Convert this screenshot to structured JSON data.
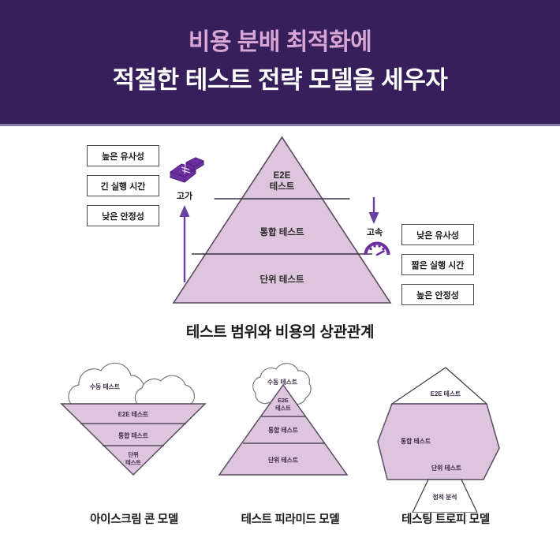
{
  "header": {
    "title_line1": "비용 분배 최적화에",
    "title_line2": "적절한 테스트 전략 모델을 세우자",
    "bg_color": "#371f5c",
    "line1_color": "#d7a6d4",
    "line2_color": "#ffffff"
  },
  "main_diagram": {
    "caption": "테스트 범위와 비용의 상관관계",
    "fill_color": "#ddc5dd",
    "stroke_color": "#5b4a63",
    "accent_color": "#6b2fa0",
    "pyramid_levels": [
      {
        "label": "E2E\n테스트"
      },
      {
        "label": "통합 테스트"
      },
      {
        "label": "단위 테스트"
      }
    ],
    "left": {
      "icon": "money-stack-icon",
      "icon_label": "고가",
      "arrow": "arrow-up-icon",
      "chips": [
        "높은 유사성",
        "긴 실행 시간",
        "낮은 안정성"
      ]
    },
    "right": {
      "icon": "speedometer-icon",
      "icon_label": "고속",
      "arrow": "arrow-down-icon",
      "chips": [
        "낮은 유사성",
        "짧은 실행 시간",
        "높은 안정성"
      ]
    }
  },
  "models": [
    {
      "caption": "아이스크림 콘 모델",
      "shape": "inverted-triangle-with-clouds",
      "cloud_label": "수동 테스트",
      "levels": [
        "E2E 테스트",
        "통합 테스트",
        "단위\n테스트"
      ]
    },
    {
      "caption": "테스트 피라미드 모델",
      "shape": "pyramid-with-cloud",
      "cloud_label": "수동 테스트",
      "levels": [
        "E2E\n테스트",
        "통합 테스트",
        "단위 테스트"
      ]
    },
    {
      "caption": "테스팅 트로피 모델",
      "shape": "trophy",
      "top_label": "E2E 테스트",
      "levels": [
        "통합 테스트",
        "단위 테스트"
      ],
      "base_label": "정적 분석"
    }
  ]
}
